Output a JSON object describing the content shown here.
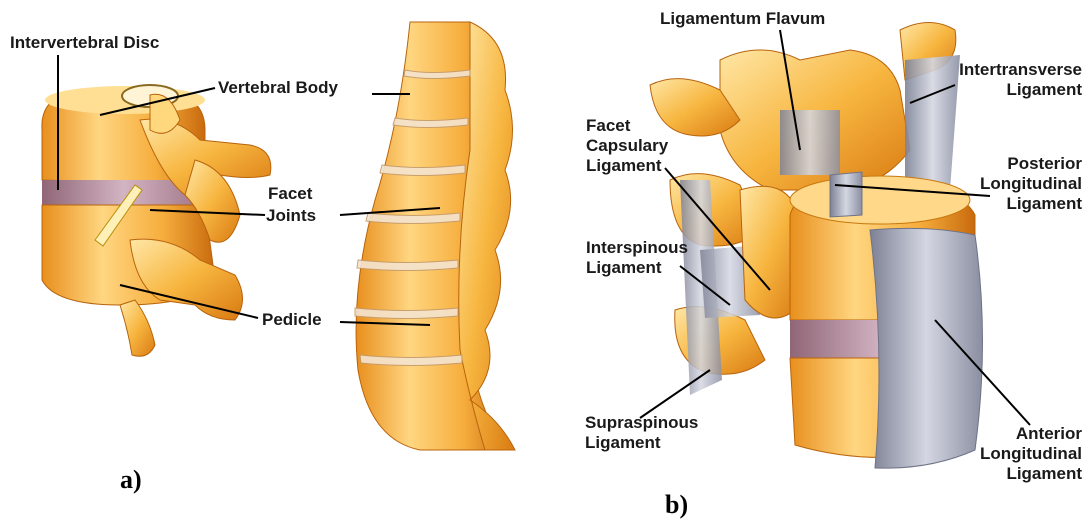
{
  "panel_a": {
    "tag": "a)",
    "labels": {
      "intervertebral_disc": "Intervertebral Disc",
      "vertebral_body": "Vertebral Body",
      "facet": "Facet",
      "joints": "Joints",
      "pedicle": "Pedicle"
    }
  },
  "panel_b": {
    "tag": "b)",
    "labels": {
      "ligamentum_flavum": "Ligamentum Flavum",
      "intertransverse_1": "Intertransverse",
      "intertransverse_2": "Ligament",
      "facet_capsulary_1": "Facet",
      "facet_capsulary_2": "Capsulary",
      "facet_capsulary_3": "Ligament",
      "posterior_longitudinal_1": "Posterior",
      "posterior_longitudinal_2": "Longitudinal",
      "posterior_longitudinal_3": "Ligament",
      "interspinous_1": "Interspinous",
      "interspinous_2": "Ligament",
      "supraspinous_1": "Supraspinous",
      "supraspinous_2": "Ligament",
      "anterior_longitudinal_1": "Anterior",
      "anterior_longitudinal_2": "Longitudinal",
      "anterior_longitudinal_3": "Ligament"
    }
  },
  "colors": {
    "bone_light": "#ffd98a",
    "bone_mid": "#f5a623",
    "bone_dark": "#c9700f",
    "disc": "#b48a9a",
    "ligament": "#9a9eb0",
    "leader": "#000000"
  }
}
